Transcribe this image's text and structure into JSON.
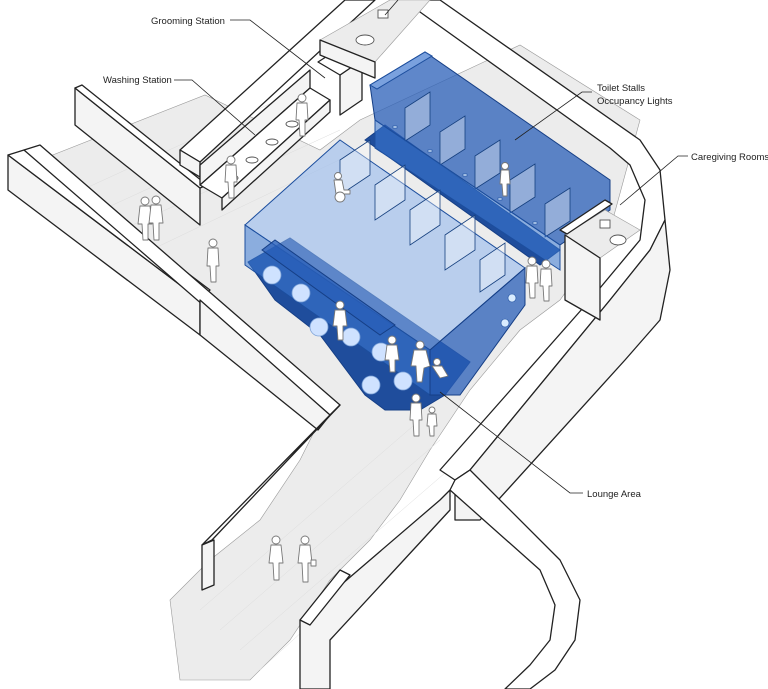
{
  "diagram": {
    "labels": {
      "grooming_station": "Grooming Station",
      "washing_station": "Washing Station",
      "toilet_stalls": "Toilet Stalls",
      "occupancy_lights": "Occupancy Lights",
      "caregiving_rooms": "Caregiving Rooms",
      "lounge_area": "Lounge Area"
    },
    "colors": {
      "glass": "#3c7ad4",
      "carpet": "#1f4d9c",
      "floor": "#ececec",
      "walls": "#ffffff"
    }
  }
}
